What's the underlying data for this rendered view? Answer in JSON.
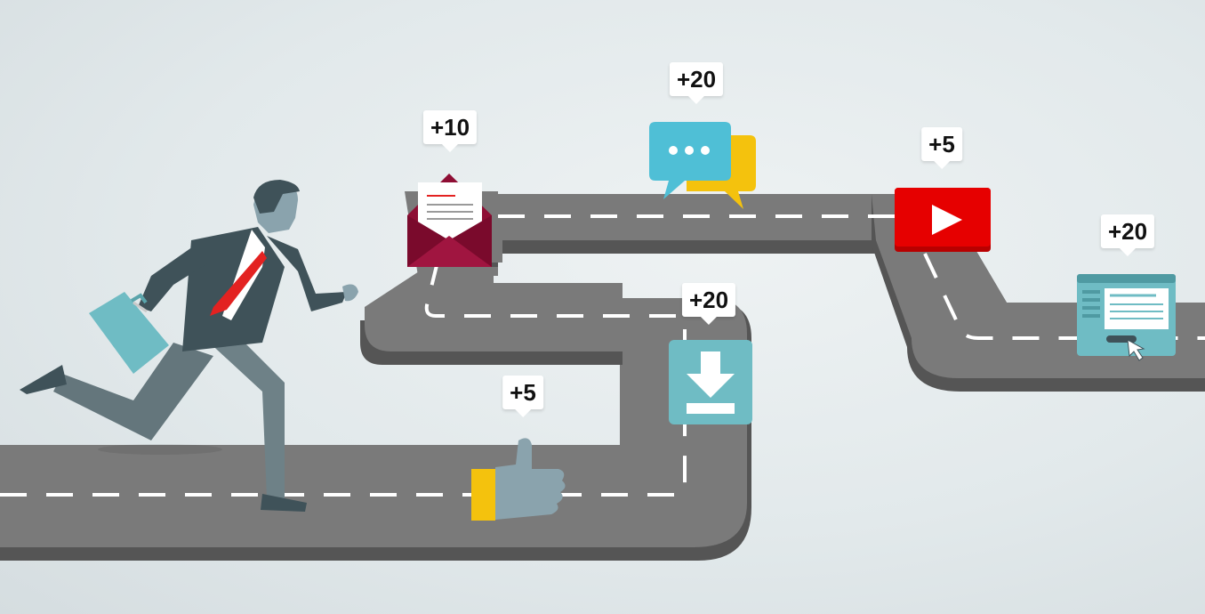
{
  "points": {
    "email": "+10",
    "chat": "+20",
    "video": "+5",
    "webpage": "+20",
    "download": "+20",
    "like": "+5"
  },
  "icons": {
    "email": "envelope-icon",
    "chat": "chat-bubbles-icon",
    "video": "play-button-icon",
    "webpage": "webpage-icon",
    "download": "download-icon",
    "like": "thumbs-up-icon"
  },
  "colors": {
    "road": "#7a7a7a",
    "road_edge": "#555555",
    "email": "#8e0e34",
    "chat_primary": "#4fbfd6",
    "chat_secondary": "#f4c20d",
    "video": "#e60000",
    "webpage": "#6fbcc4",
    "download": "#6fbcc4",
    "thumb": "#8aa3ad",
    "cuff": "#f4c20d",
    "suit": "#3f5259",
    "tie": "#e32221",
    "briefcase": "#6fbcc4"
  }
}
